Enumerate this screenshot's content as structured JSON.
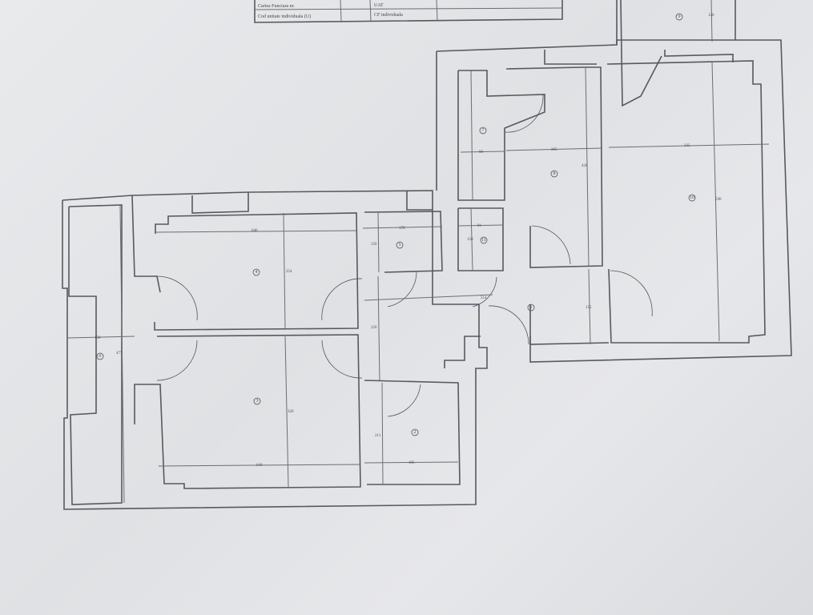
{
  "title_block": {
    "row1_left": "Cartea Funciara nr.",
    "row1_mid": "UAT",
    "row2_left": "Cod unitate individuala (U)",
    "row2_mid": "CF individuala"
  },
  "rooms": [
    "6",
    "4",
    "3",
    "5",
    "2",
    "8",
    "7",
    "9",
    "10",
    "1",
    "11"
  ],
  "dimensions": [
    "640",
    "254",
    "178",
    "150",
    "220",
    "320",
    "640",
    "211",
    "195",
    "150",
    "477",
    "514",
    "90",
    "205",
    "426",
    "335",
    "590",
    "91",
    "150",
    "155",
    "120"
  ]
}
